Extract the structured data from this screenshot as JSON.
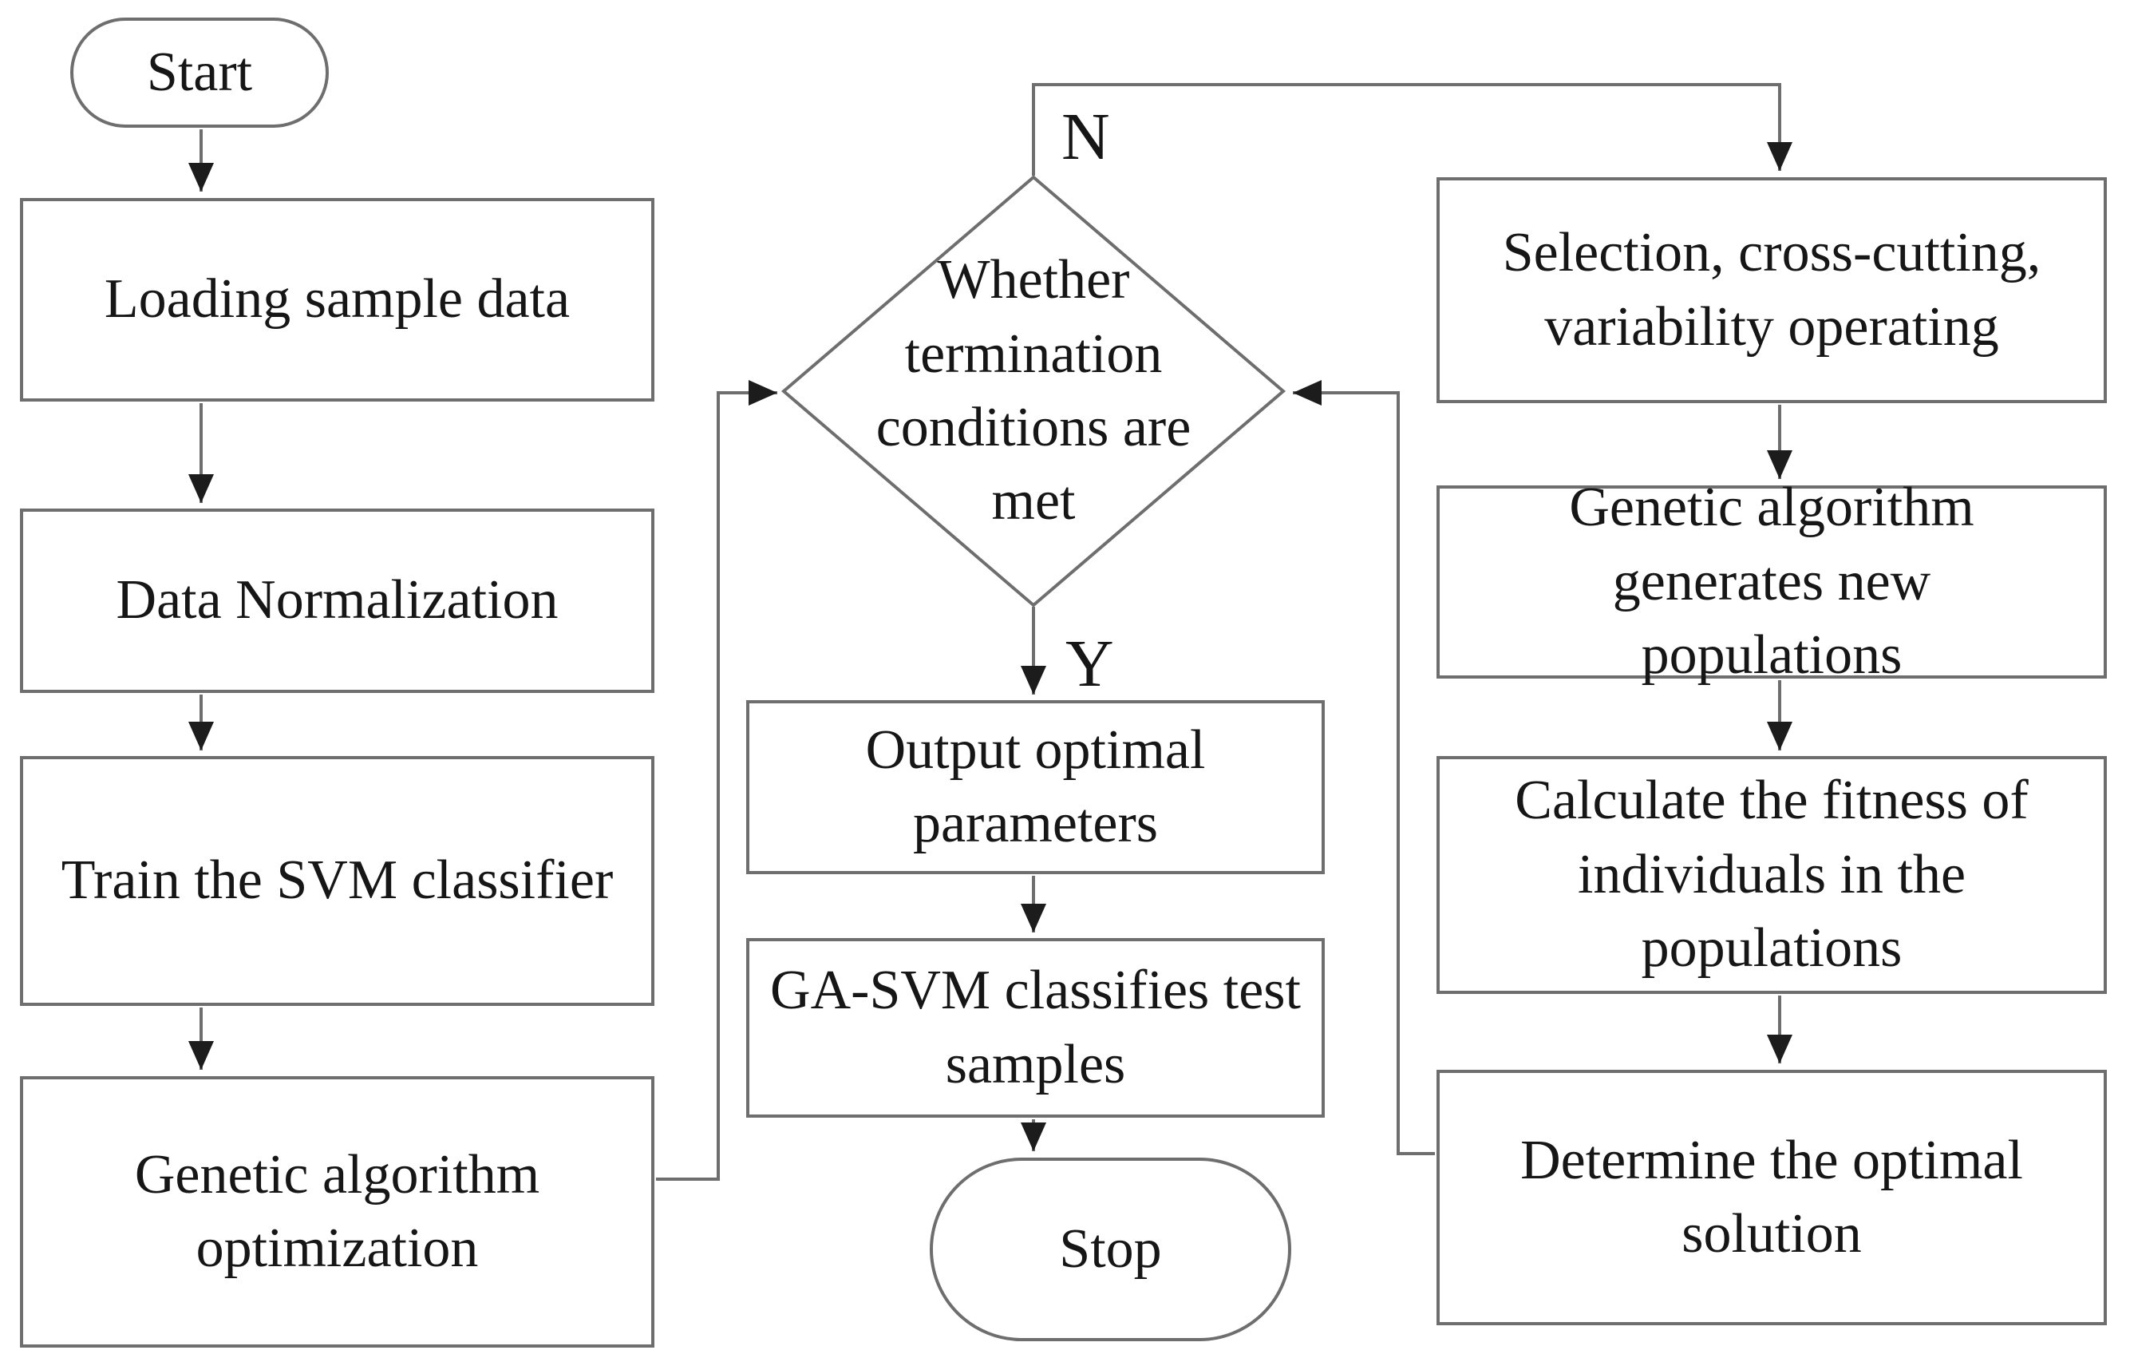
{
  "nodes": {
    "start": "Start",
    "loading": "Loading sample data",
    "normalization": "Data Normalization",
    "train": "Train the SVM classifier",
    "ga_opt": "Genetic algorithm optimization",
    "decision": "Whether termination conditions are met",
    "output": "Output optimal parameters",
    "classify": "GA-SVM classifies test samples",
    "stop": "Stop",
    "selection": "Selection, cross-cutting, variability operating",
    "generate": "Genetic algorithm generates new populations",
    "fitness": "Calculate the fitness of individuals in the populations",
    "determine": "Determine the optimal solution"
  },
  "labels": {
    "no": "N",
    "yes": "Y"
  },
  "colors": {
    "background": "#ffffff",
    "stroke": "#6e6e6e",
    "arrow": "#1c1c1c",
    "text": "#161616"
  }
}
